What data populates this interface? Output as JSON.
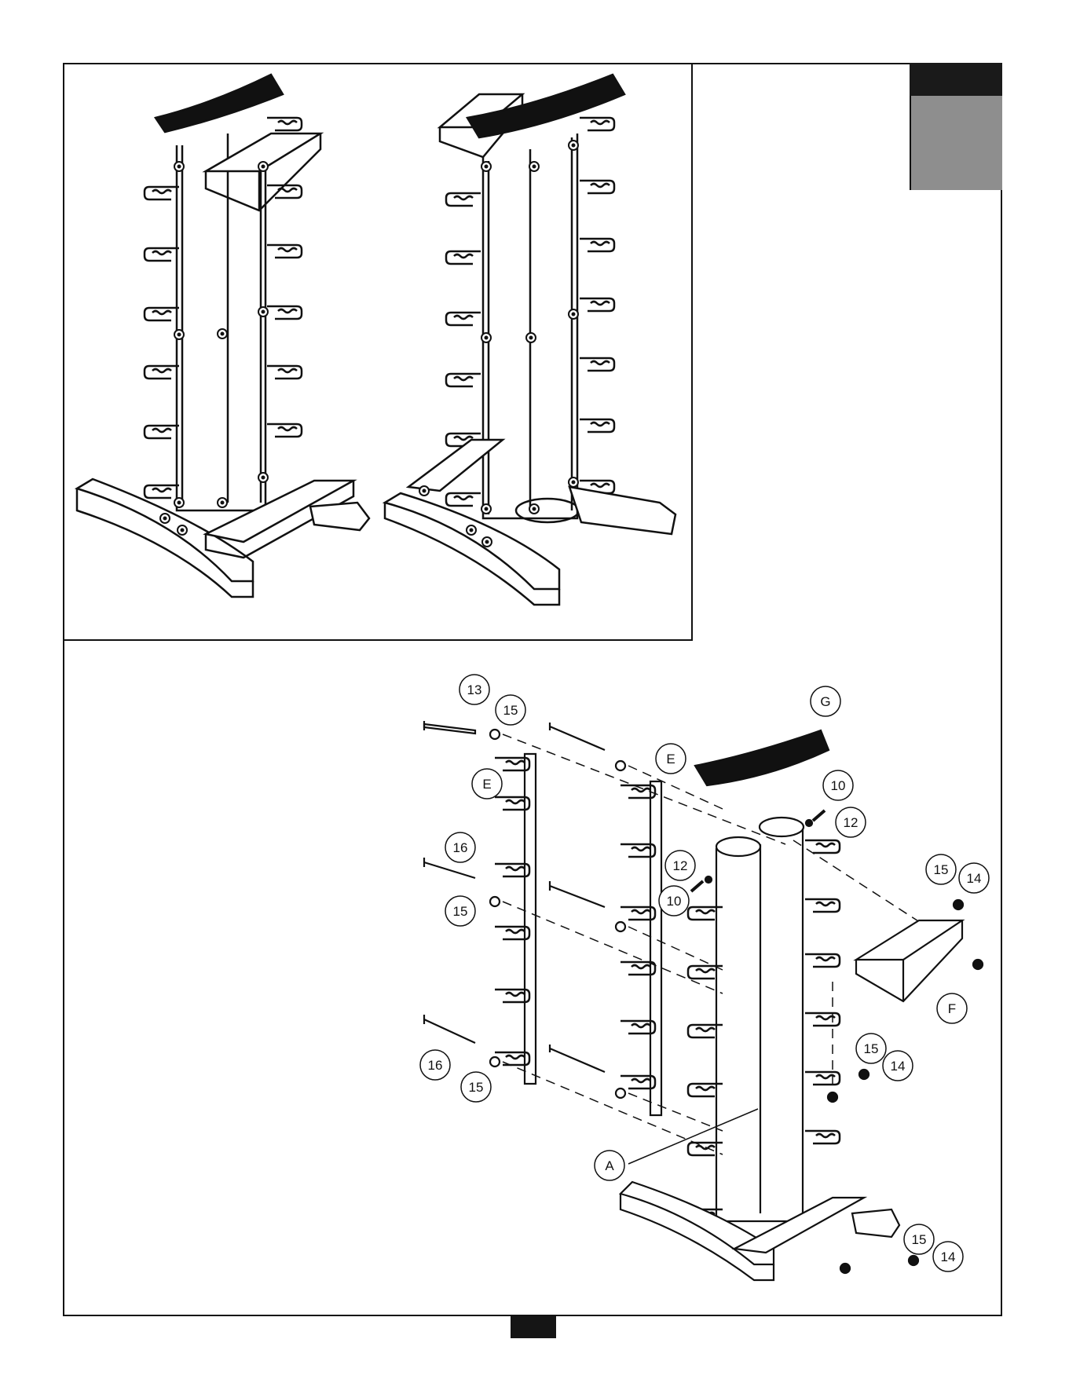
{
  "callouts": {
    "c13": "13",
    "c15a": "15",
    "cE1": "E",
    "cE2": "E",
    "cG": "G",
    "c10a": "10",
    "c12a": "12",
    "c12b": "12",
    "c10b": "10",
    "c16a": "16",
    "c15b": "15",
    "c15c": "15",
    "c14a": "14",
    "cF": "F",
    "c15d": "15",
    "c14b": "14",
    "c16b": "16",
    "c15e": "15",
    "cA": "A",
    "c15f": "15",
    "c14c": "14"
  },
  "colors": {
    "ink": "#111111",
    "tab_dark": "#1a1a1a",
    "tab_grey": "#8e8e8e"
  }
}
